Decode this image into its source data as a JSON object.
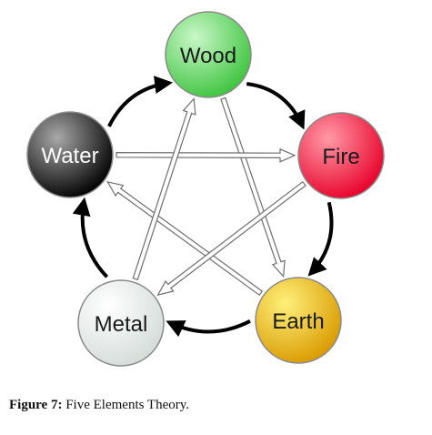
{
  "diagram": {
    "elements": [
      {
        "id": "wood",
        "label": "Wood",
        "gradient": [
          "#c8f7c8",
          "#3ec43e"
        ],
        "text_color": "#1a1a1a"
      },
      {
        "id": "fire",
        "label": "Fire",
        "gradient": [
          "#ff9aa6",
          "#e8002a"
        ],
        "text_color": "#1a1a1a"
      },
      {
        "id": "earth",
        "label": "Earth",
        "gradient": [
          "#fff07a",
          "#d99a00"
        ],
        "text_color": "#1a1a1a"
      },
      {
        "id": "metal",
        "label": "Metal",
        "gradient": [
          "#ffffff",
          "#d4dcd8"
        ],
        "text_color": "#1a1a1a"
      },
      {
        "id": "water",
        "label": "Water",
        "gradient": [
          "#a8a8a8",
          "#000000"
        ],
        "text_color": "#ffffff"
      }
    ],
    "generating_cycle": [
      [
        "wood",
        "fire"
      ],
      [
        "fire",
        "earth"
      ],
      [
        "earth",
        "metal"
      ],
      [
        "metal",
        "water"
      ],
      [
        "water",
        "wood"
      ]
    ],
    "controlling_cycle": [
      [
        "wood",
        "earth"
      ],
      [
        "earth",
        "water"
      ],
      [
        "water",
        "fire"
      ],
      [
        "fire",
        "metal"
      ],
      [
        "metal",
        "wood"
      ]
    ]
  },
  "caption": {
    "label": "Figure 7:",
    "text": " Five Elements Theory."
  }
}
